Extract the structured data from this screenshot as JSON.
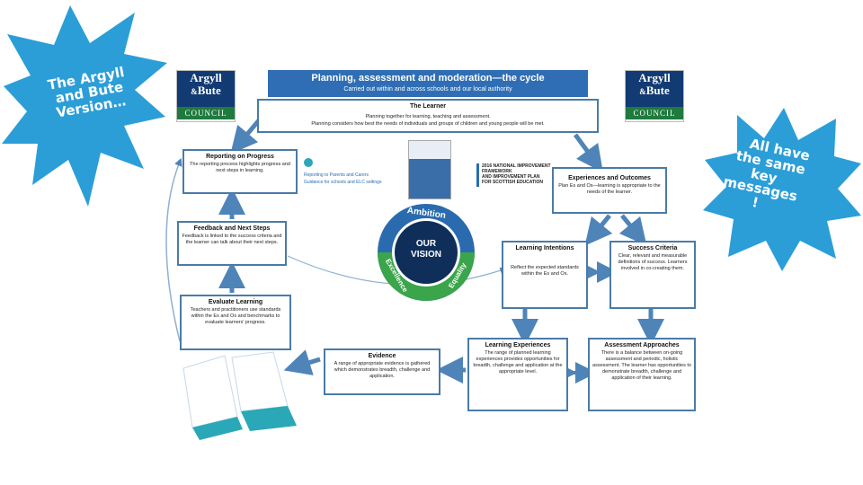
{
  "burst_left": {
    "lines": [
      "The Argyll",
      "and Bute",
      "Version…"
    ]
  },
  "burst_right": {
    "lines": [
      "All have",
      "the same",
      "key",
      "messages",
      "!"
    ]
  },
  "logos": {
    "line1": "Argyll",
    "line2": "Bute",
    "line3": "COUNCIL",
    "amp": "&"
  },
  "header": {
    "title": "Planning, assessment and moderation—the cycle",
    "subtitle": "Carried out within and across schools and our local authority"
  },
  "learner": {
    "heading": "The Learner",
    "line1": "Planning together for learning, teaching and assessment.",
    "line2": "Planning considers how best the needs of individuals and groups of children and young people will be met."
  },
  "reporting": {
    "heading": "Reporting on Progress",
    "body": "The reporting process highlights progress and next steps in learning."
  },
  "feedback": {
    "heading": "Feedback and Next Steps",
    "body": "Feedback is linked to the success criteria and the learner can talk about their next steps."
  },
  "evaluate": {
    "heading": "Evaluate Learning",
    "body": "Teachers and practitioners use standards within the Es and Os and benchmarks to evaluate learners' progress."
  },
  "evidence": {
    "heading": "Evidence",
    "body": "A range of appropriate evidence is gathered which demonstrates breadth, challenge and application."
  },
  "experiences": {
    "heading": "Experiences and Outcomes",
    "body": "Plan Es and Os—learning is appropriate to the needs of the learner."
  },
  "intentions": {
    "heading": "Learning Intentions",
    "body": "Reflect the expected standards within the Es and Os."
  },
  "criteria": {
    "heading": "Success Criteria",
    "body": "Clear, relevant and measurable definitions of success. Learners involved in co-creating them."
  },
  "learning_exp": {
    "heading": "Learning Experiences",
    "body": "The range of planned learning experiences provides opportunities for breadth, challenge and application at the appropriate level."
  },
  "assessment": {
    "heading": "Assessment Approaches",
    "body": "There is a balance between on-going assessment and periodic, holistic assessment. The learner has opportunities to demonstrate breadth, challenge and application of their learning."
  },
  "vision": {
    "center": "OUR VISION",
    "ambition": "Ambition",
    "excellence": "Excellence",
    "equality": "Equality"
  },
  "references": {
    "es_line1": "Reporting to Parents and Carers",
    "es_line2": "Guidance for schools and ELC settings",
    "report_line1": "2016 NATIONAL IMPROVEMENT",
    "report_line2": "FRAMEWORK",
    "report_line3": "AND IMPROVEMENT PLAN",
    "report_line4": "FOR SCOTTISH EDUCATION"
  },
  "colors": {
    "arrow": "#4f84b8",
    "box_border": "#4a7ba7",
    "burst": "#2b9ed8",
    "ring_blue": "#2a6bb0",
    "ring_green": "#3aa54a",
    "vision_center": "#0f2f5a"
  }
}
